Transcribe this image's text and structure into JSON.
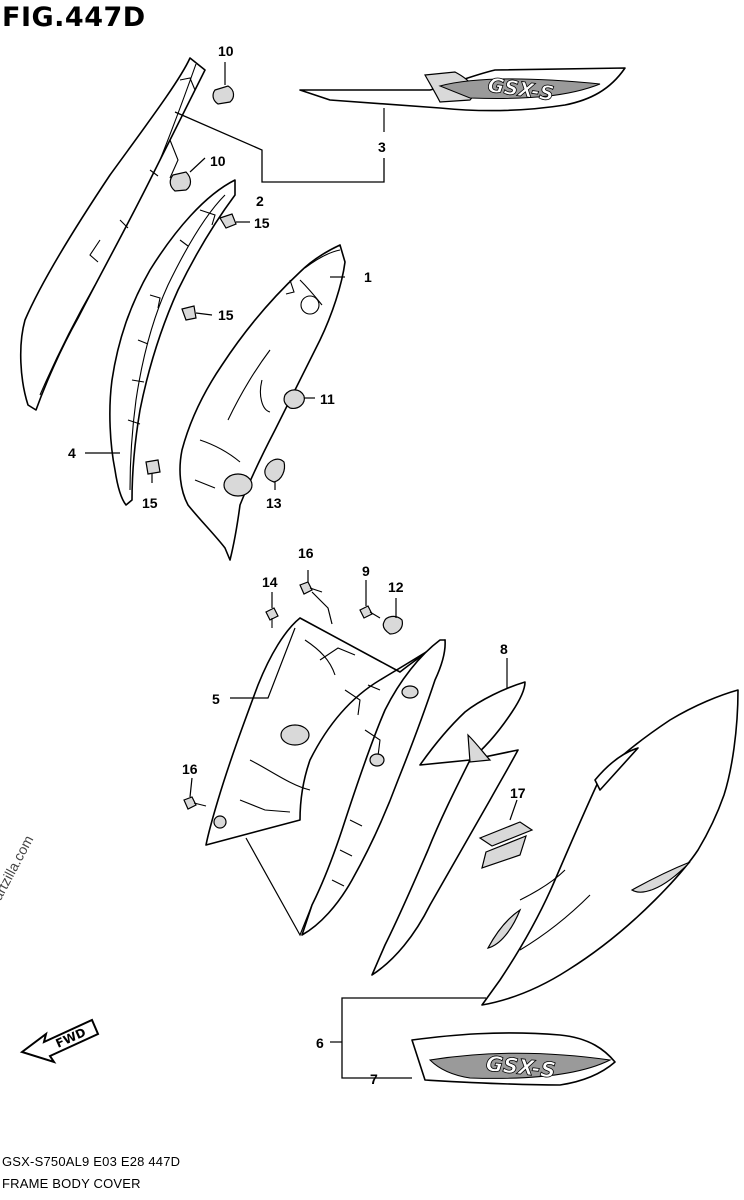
{
  "figure": {
    "title": "FIG.447D",
    "model_code": "GSX-S750AL9  E03  E28  447D",
    "name": "FRAME BODY COVER",
    "watermark": "© Partzilla.com",
    "fwd_label": "FWD"
  },
  "callouts": {
    "c1": "1",
    "c2": "2",
    "c3": "3",
    "c4": "4",
    "c5": "5",
    "c6": "6",
    "c7": "7",
    "c8": "8",
    "c9": "9",
    "c10a": "10",
    "c10b": "10",
    "c11": "11",
    "c12": "12",
    "c13": "13",
    "c14": "14",
    "c15a": "15",
    "c15b": "15",
    "c15c": "15",
    "c16a": "16",
    "c16b": "16",
    "c17": "17"
  },
  "decals": {
    "upper": "GSX-S",
    "lower": "GSX-S"
  }
}
